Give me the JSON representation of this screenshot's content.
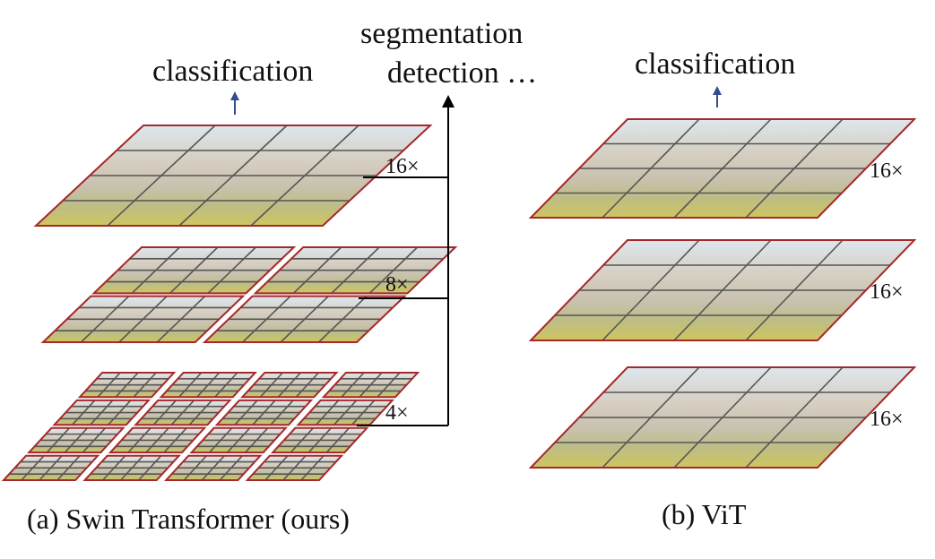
{
  "colors": {
    "border": "#a6282a",
    "grid": "#555555",
    "arrow_blue": "#2f4f8f",
    "line": "#000000",
    "sky": "#dbe6ee",
    "building": "#c8bfae",
    "trees": "#b7b77c",
    "ground": "#c9c25a"
  },
  "swin": {
    "top_label": "classification",
    "tasks_line1": "segmentation",
    "tasks_line2": "detection …",
    "levels": [
      {
        "multiplier": "16×",
        "windows_per_side": 1,
        "cells_per_window": 4
      },
      {
        "multiplier": "8×",
        "windows_per_side": 2,
        "cells_per_window": 4
      },
      {
        "multiplier": "4×",
        "windows_per_side": 4,
        "cells_per_window": 4
      }
    ],
    "caption": "(a) Swin Transformer (ours)"
  },
  "vit": {
    "top_label": "classification",
    "levels": [
      {
        "multiplier": "16×",
        "grid": 4
      },
      {
        "multiplier": "16×",
        "grid": 4
      },
      {
        "multiplier": "16×",
        "grid": 4
      }
    ],
    "caption": "(b) ViT"
  }
}
